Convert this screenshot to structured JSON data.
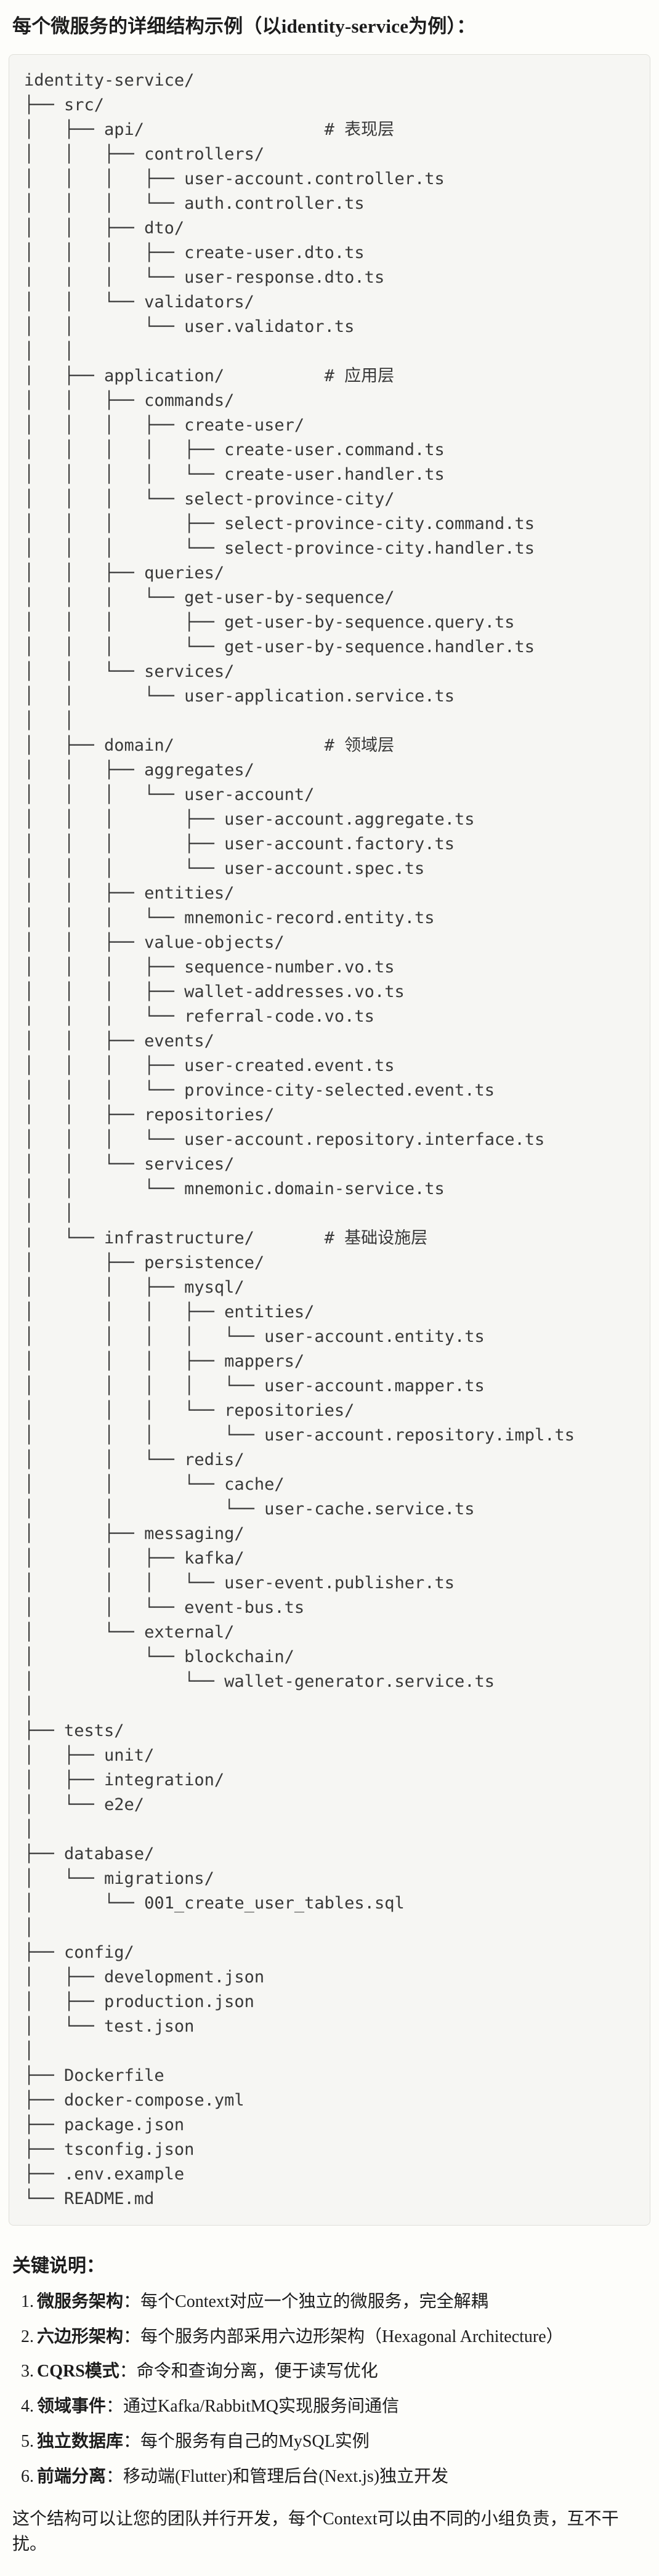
{
  "title": "每个微服务的详细结构示例（以identity-service为例）：",
  "code": {
    "lines": [
      "identity-service/",
      "├── src/",
      "│   ├── api/                  # 表现层",
      "│   │   ├── controllers/",
      "│   │   │   ├── user-account.controller.ts",
      "│   │   │   └── auth.controller.ts",
      "│   │   ├── dto/",
      "│   │   │   ├── create-user.dto.ts",
      "│   │   │   └── user-response.dto.ts",
      "│   │   └── validators/",
      "│   │       └── user.validator.ts",
      "│   │",
      "│   ├── application/          # 应用层",
      "│   │   ├── commands/",
      "│   │   │   ├── create-user/",
      "│   │   │   │   ├── create-user.command.ts",
      "│   │   │   │   └── create-user.handler.ts",
      "│   │   │   └── select-province-city/",
      "│   │   │       ├── select-province-city.command.ts",
      "│   │   │       └── select-province-city.handler.ts",
      "│   │   ├── queries/",
      "│   │   │   └── get-user-by-sequence/",
      "│   │   │       ├── get-user-by-sequence.query.ts",
      "│   │   │       └── get-user-by-sequence.handler.ts",
      "│   │   └── services/",
      "│   │       └── user-application.service.ts",
      "│   │",
      "│   ├── domain/               # 领域层",
      "│   │   ├── aggregates/",
      "│   │   │   └── user-account/",
      "│   │   │       ├── user-account.aggregate.ts",
      "│   │   │       ├── user-account.factory.ts",
      "│   │   │       └── user-account.spec.ts",
      "│   │   ├── entities/",
      "│   │   │   └── mnemonic-record.entity.ts",
      "│   │   ├── value-objects/",
      "│   │   │   ├── sequence-number.vo.ts",
      "│   │   │   ├── wallet-addresses.vo.ts",
      "│   │   │   └── referral-code.vo.ts",
      "│   │   ├── events/",
      "│   │   │   ├── user-created.event.ts",
      "│   │   │   └── province-city-selected.event.ts",
      "│   │   ├── repositories/",
      "│   │   │   └── user-account.repository.interface.ts",
      "│   │   └── services/",
      "│   │       └── mnemonic.domain-service.ts",
      "│   │",
      "│   └── infrastructure/       # 基础设施层",
      "│       ├── persistence/",
      "│       │   ├── mysql/",
      "│       │   │   ├── entities/",
      "│       │   │   │   └── user-account.entity.ts",
      "│       │   │   ├── mappers/",
      "│       │   │   │   └── user-account.mapper.ts",
      "│       │   │   └── repositories/",
      "│       │   │       └── user-account.repository.impl.ts",
      "│       │   └── redis/",
      "│       │       └── cache/",
      "│       │           └── user-cache.service.ts",
      "│       ├── messaging/",
      "│       │   ├── kafka/",
      "│       │   │   └── user-event.publisher.ts",
      "│       │   └── event-bus.ts",
      "│       └── external/",
      "│           └── blockchain/",
      "│               └── wallet-generator.service.ts",
      "│",
      "├── tests/",
      "│   ├── unit/",
      "│   ├── integration/",
      "│   └── e2e/",
      "│",
      "├── database/",
      "│   └── migrations/",
      "│       └── 001_create_user_tables.sql",
      "│",
      "├── config/",
      "│   ├── development.json",
      "│   ├── production.json",
      "│   └── test.json",
      "│",
      "├── Dockerfile",
      "├── docker-compose.yml",
      "├── package.json",
      "├── tsconfig.json",
      "├── .env.example",
      "└── README.md"
    ]
  },
  "notes": {
    "heading": "关键说明：",
    "items": [
      {
        "num": "1.",
        "label": "微服务架构",
        "text": "：每个Context对应一个独立的微服务，完全解耦"
      },
      {
        "num": "2.",
        "label": "六边形架构",
        "text": "：每个服务内部采用六边形架构（Hexagonal Architecture）"
      },
      {
        "num": "3.",
        "label": "CQRS模式",
        "text": "：命令和查询分离，便于读写优化"
      },
      {
        "num": "4.",
        "label": "领域事件",
        "text": "：通过Kafka/RabbitMQ实现服务间通信"
      },
      {
        "num": "5.",
        "label": "独立数据库",
        "text": "：每个服务有自己的MySQL实例"
      },
      {
        "num": "6.",
        "label": "前端分离",
        "text": "：移动端(Flutter)和管理后台(Next.js)独立开发"
      }
    ],
    "footer": "这个结构可以让您的团队并行开发，每个Context可以由不同的小组负责，互不干扰。"
  }
}
